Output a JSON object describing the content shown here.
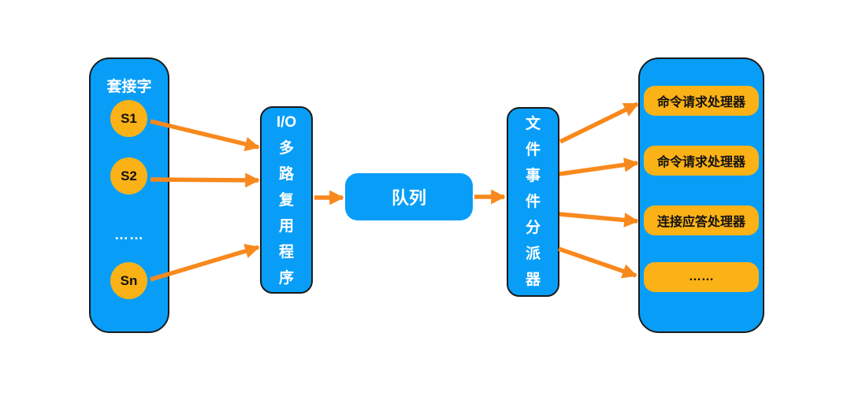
{
  "colors": {
    "blue": "#089EF8",
    "node_orange": "#FBB216",
    "arrow_orange": "#F8891D",
    "border_dark": "#1A1A1A",
    "text_light": "#FFFFFF",
    "text_dark": "#111111",
    "background": "#FFFFFF"
  },
  "socket_panel": {
    "title": "套接字",
    "sockets": [
      "S1",
      "S2",
      "Sn"
    ],
    "ellipsis": "……"
  },
  "io_multiplexer": {
    "label": "I/O\n多\n路\n复\n用\n程\n序"
  },
  "queue": {
    "label": "队列"
  },
  "dispatcher": {
    "label": "文\n件\n事\n件\n分\n派\n器"
  },
  "handler_panel": {
    "items": [
      "命令请求处理器",
      "命令请求处理器",
      "连接应答处理器",
      "……"
    ]
  }
}
